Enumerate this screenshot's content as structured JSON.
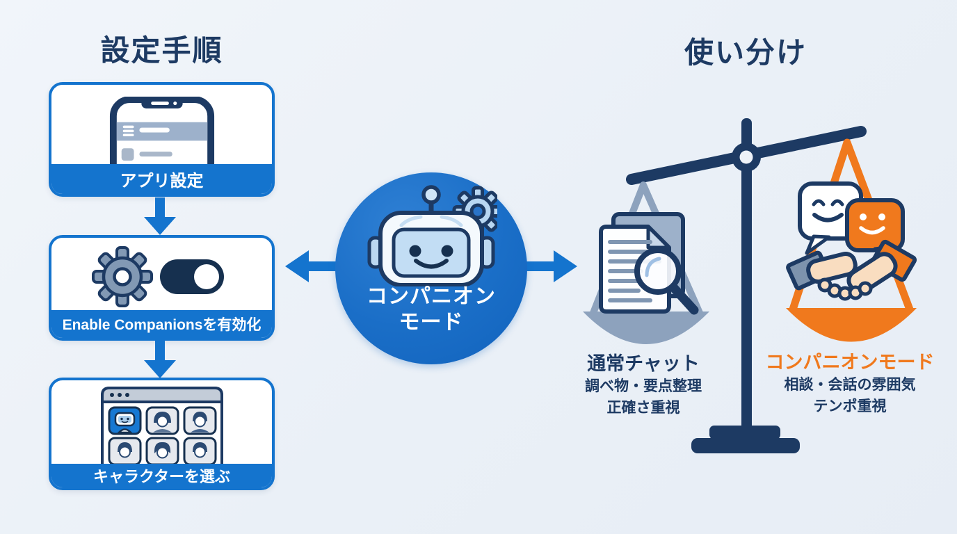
{
  "left": {
    "title": "設定手順",
    "steps": [
      {
        "label": "アプリ設定",
        "icon": "phone-settings-icon"
      },
      {
        "label": "Enable Companionsを有効化",
        "icon": "gear-toggle-icon"
      },
      {
        "label": "キャラクターを選ぶ",
        "icon": "character-grid-icon"
      }
    ]
  },
  "center": {
    "icon": "robot-gear-icon",
    "line1": "コンパニオン",
    "line2": "モード"
  },
  "right": {
    "title": "使い分け",
    "scale_icon": "balance-scale-icon",
    "normal_chat": {
      "icon": "documents-magnifier-icon",
      "heading": "通常チャット",
      "line1": "調べ物・要点整理",
      "line2": "正確さ重視"
    },
    "companion_mode": {
      "icon": "chat-bubbles-handshake-icon",
      "heading": "コンパニオンモード",
      "line1": "相談・会話の雰囲気",
      "line2": "テンポ重視"
    }
  },
  "colors": {
    "primary_blue": "#1474ce",
    "dark_navy": "#1d3a63",
    "orange": "#f0791d",
    "gray_blue": "#8da2bd",
    "background": "#edf2f8"
  }
}
